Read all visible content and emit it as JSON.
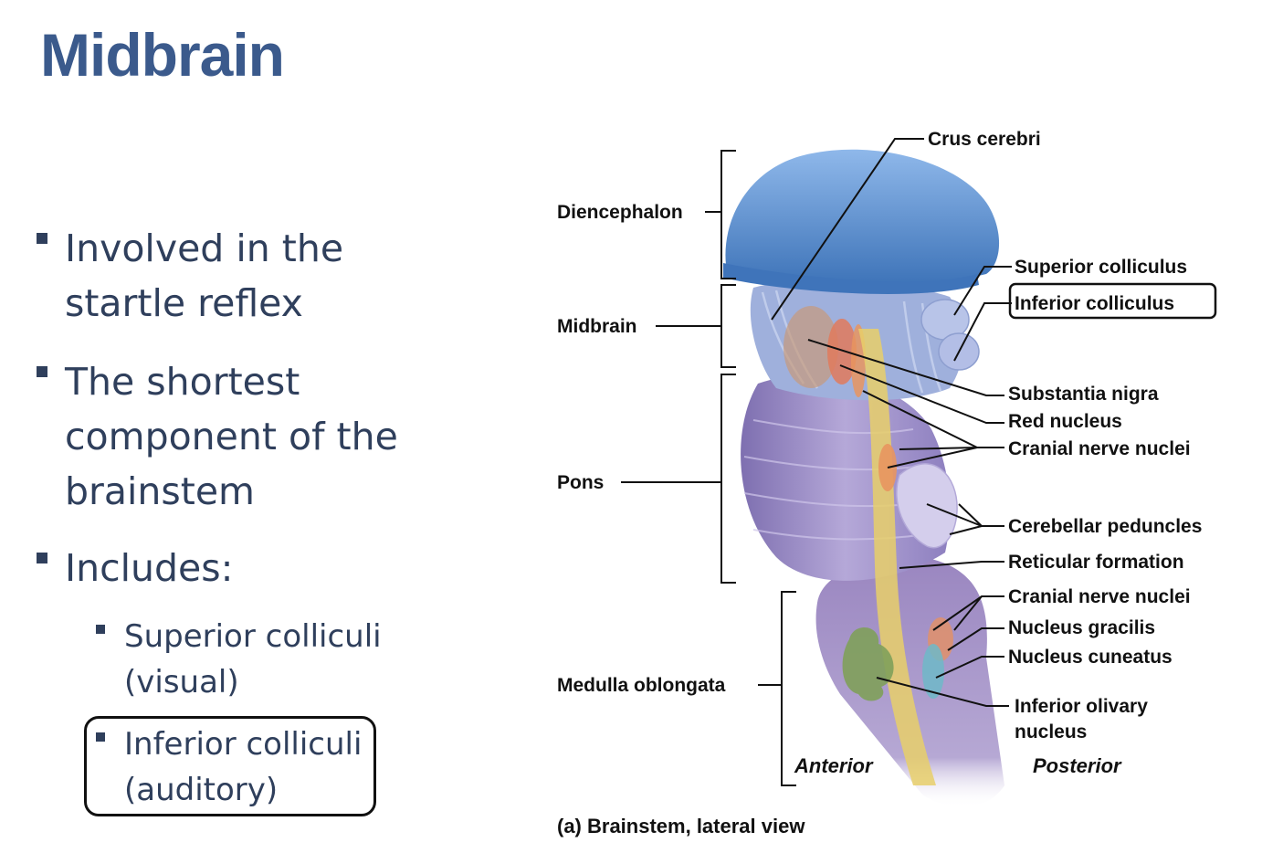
{
  "slide": {
    "title": "Midbrain"
  },
  "bullets": [
    {
      "text_line1": "Involved in the",
      "text_line2": "startle reflex"
    },
    {
      "text_line1": "The shortest",
      "text_line2": "component of the",
      "text_line3": "brainstem"
    },
    {
      "text_line1": "Includes:"
    }
  ],
  "subbullets": [
    {
      "text_line1": "Superior colliculi",
      "text_line2": "(visual)"
    },
    {
      "text_line1": "Inferior colliculi",
      "text_line2": "(auditory)"
    }
  ],
  "figure": {
    "caption": "(a) Brainstem, lateral view",
    "left_labels": {
      "diencephalon": "Diencephalon",
      "midbrain": "Midbrain",
      "pons": "Pons",
      "medulla": "Medulla oblongata"
    },
    "right_labels": {
      "crus_cerebri": "Crus cerebri",
      "superior_colliculus": "Superior colliculus",
      "inferior_colliculus": "Inferior colliculus",
      "substantia_nigra": "Substantia nigra",
      "red_nucleus": "Red nucleus",
      "cranial_nerve_nuclei_1": "Cranial nerve nuclei",
      "cerebellar_peduncles": "Cerebellar peduncles",
      "reticular_formation": "Reticular formation",
      "cranial_nerve_nuclei_2": "Cranial nerve nuclei",
      "nucleus_gracilis": "Nucleus gracilis",
      "nucleus_cuneatus": "Nucleus cuneatus",
      "inferior_olivary_1": "Inferior olivary",
      "inferior_olivary_2": "nucleus"
    },
    "orientation": {
      "anterior": "Anterior",
      "posterior": "Posterior"
    },
    "colors": {
      "diencephalon": "#5b8fd0",
      "midbrain": "#a8b4dc",
      "pons": "#9e8ec6",
      "medulla": "#8e76b4",
      "reticular": "#e8cf6a",
      "red_nucleus": "#e07a5c",
      "olive": "#7fa05a",
      "cuneatus": "#6fb8c8"
    }
  }
}
